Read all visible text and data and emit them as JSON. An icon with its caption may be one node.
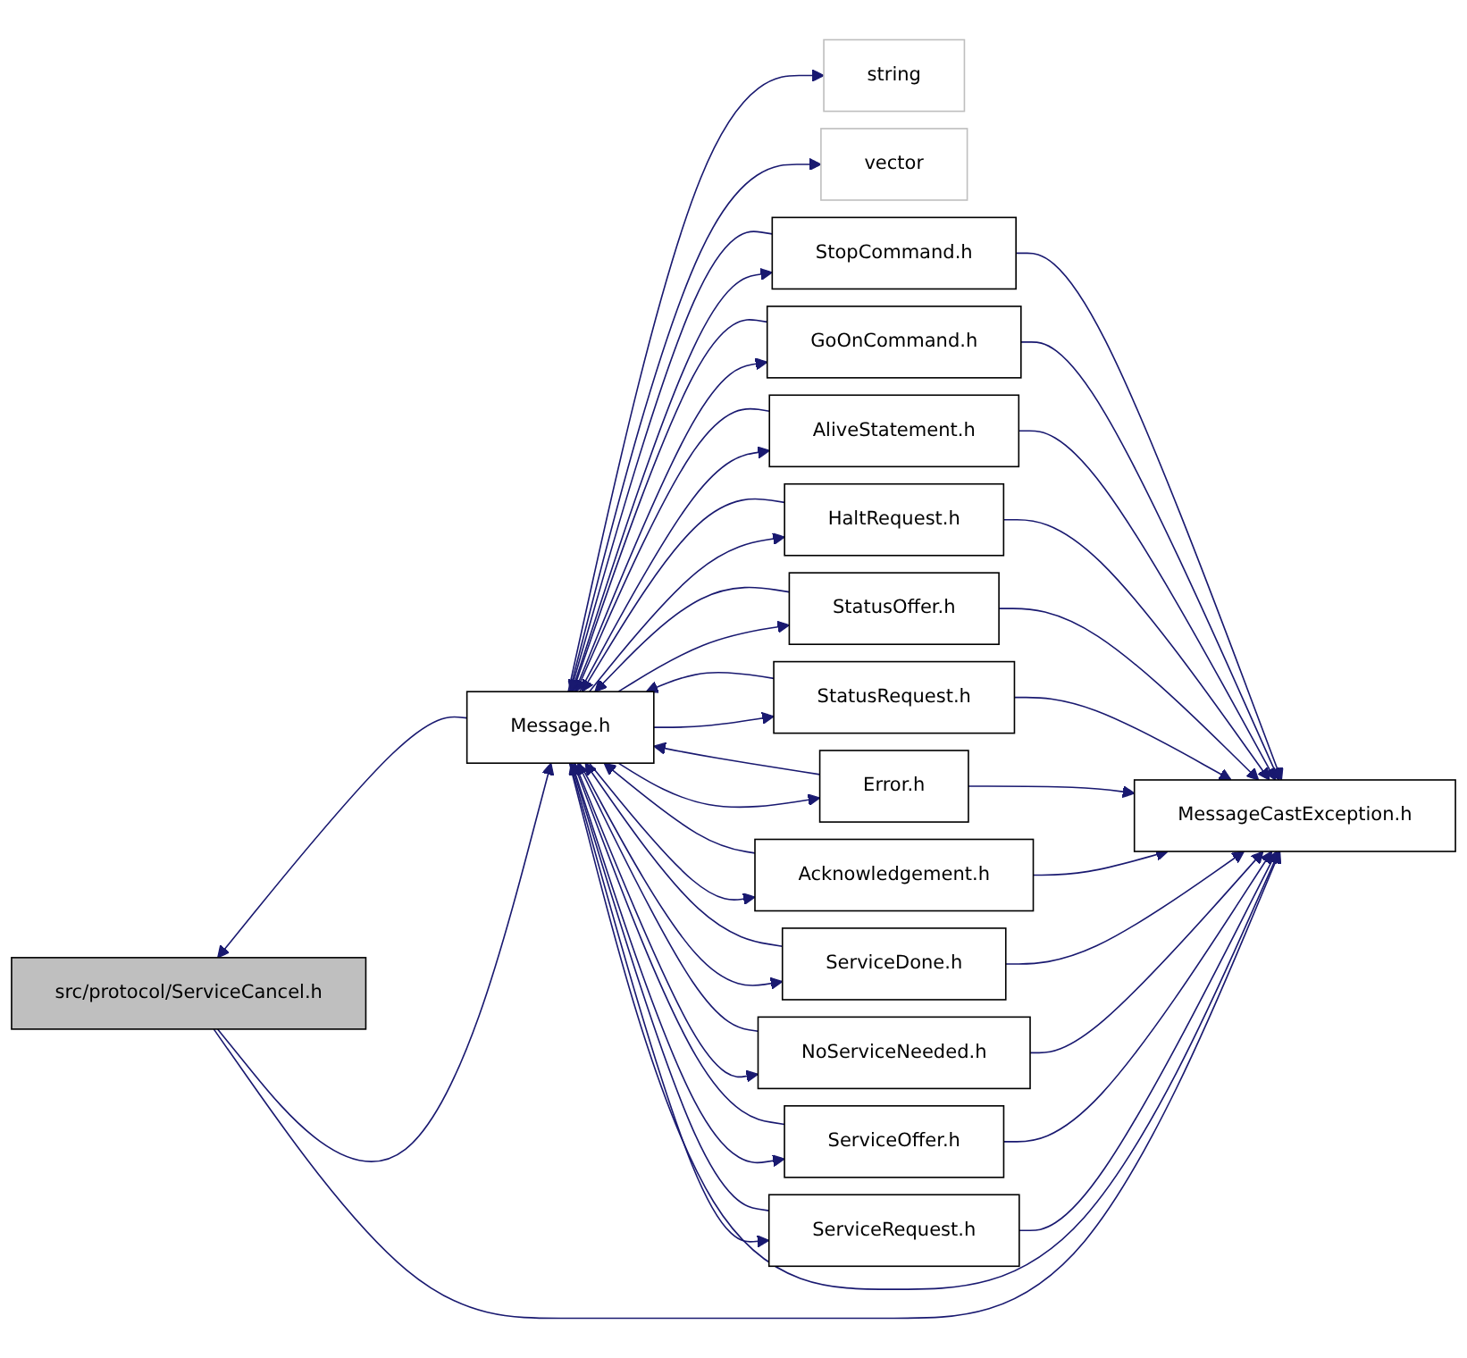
{
  "diagram": {
    "nodes": [
      {
        "text": [
          "src/protocol/ServiceCancel.h"
        ]
      },
      {
        "text": [
          "Message.h"
        ]
      },
      {
        "text": [
          "string"
        ]
      },
      {
        "text": [
          "vector"
        ]
      },
      {
        "text": [
          "ServiceRequest.h"
        ]
      },
      {
        "text": [
          "ServiceOffer.h"
        ]
      },
      {
        "text": [
          "NoServiceNeeded.h"
        ]
      },
      {
        "text": [
          "ServiceDone.h"
        ]
      },
      {
        "text": [
          "Acknowledgement.h"
        ]
      },
      {
        "text": [
          "Error.h"
        ]
      },
      {
        "text": [
          "StatusRequest.h"
        ]
      },
      {
        "text": [
          "StatusOffer.h"
        ]
      },
      {
        "text": [
          "HaltRequest.h"
        ]
      },
      {
        "text": [
          "AliveStatement.h"
        ]
      },
      {
        "text": [
          "GoOnCommand.h"
        ]
      },
      {
        "text": [
          "StopCommand.h"
        ]
      },
      {
        "text": [
          "MessageCastException.h"
        ]
      }
    ],
    "edges": [
      {
        "from": 0,
        "to": 1,
        "arrow": "to"
      },
      {
        "from": 1,
        "to": 0,
        "arrow": "to"
      },
      {
        "from": 0,
        "to": 16,
        "arrow": "to"
      },
      {
        "from": 1,
        "to": 2,
        "arrow": "to"
      },
      {
        "from": 1,
        "to": 3,
        "arrow": "to"
      },
      {
        "from": 1,
        "to": 16,
        "arrow": "to"
      },
      {
        "from": 1,
        "to": 4,
        "arrow": "to"
      },
      {
        "from": 4,
        "to": 1,
        "arrow": "to"
      },
      {
        "from": 4,
        "to": 16,
        "arrow": "to"
      },
      {
        "from": 1,
        "to": 5,
        "arrow": "to"
      },
      {
        "from": 5,
        "to": 1,
        "arrow": "to"
      },
      {
        "from": 5,
        "to": 16,
        "arrow": "to"
      },
      {
        "from": 1,
        "to": 6,
        "arrow": "to"
      },
      {
        "from": 6,
        "to": 1,
        "arrow": "to"
      },
      {
        "from": 6,
        "to": 16,
        "arrow": "to"
      },
      {
        "from": 1,
        "to": 7,
        "arrow": "to"
      },
      {
        "from": 7,
        "to": 1,
        "arrow": "to"
      },
      {
        "from": 7,
        "to": 16,
        "arrow": "to"
      },
      {
        "from": 1,
        "to": 8,
        "arrow": "to"
      },
      {
        "from": 8,
        "to": 1,
        "arrow": "to"
      },
      {
        "from": 8,
        "to": 16,
        "arrow": "to"
      },
      {
        "from": 1,
        "to": 9,
        "arrow": "to"
      },
      {
        "from": 9,
        "to": 1,
        "arrow": "to"
      },
      {
        "from": 9,
        "to": 16,
        "arrow": "to"
      },
      {
        "from": 1,
        "to": 10,
        "arrow": "to"
      },
      {
        "from": 10,
        "to": 1,
        "arrow": "to"
      },
      {
        "from": 10,
        "to": 16,
        "arrow": "to"
      },
      {
        "from": 1,
        "to": 11,
        "arrow": "to"
      },
      {
        "from": 11,
        "to": 1,
        "arrow": "to"
      },
      {
        "from": 11,
        "to": 16,
        "arrow": "to"
      },
      {
        "from": 1,
        "to": 12,
        "arrow": "to"
      },
      {
        "from": 12,
        "to": 1,
        "arrow": "to"
      },
      {
        "from": 12,
        "to": 16,
        "arrow": "to"
      },
      {
        "from": 1,
        "to": 13,
        "arrow": "to"
      },
      {
        "from": 13,
        "to": 1,
        "arrow": "to"
      },
      {
        "from": 13,
        "to": 16,
        "arrow": "to"
      },
      {
        "from": 1,
        "to": 14,
        "arrow": "to"
      },
      {
        "from": 14,
        "to": 1,
        "arrow": "to"
      },
      {
        "from": 14,
        "to": 16,
        "arrow": "to"
      },
      {
        "from": 1,
        "to": 15,
        "arrow": "to"
      },
      {
        "from": 15,
        "to": 1,
        "arrow": "to"
      },
      {
        "from": 15,
        "to": 16,
        "arrow": "to"
      }
    ]
  }
}
